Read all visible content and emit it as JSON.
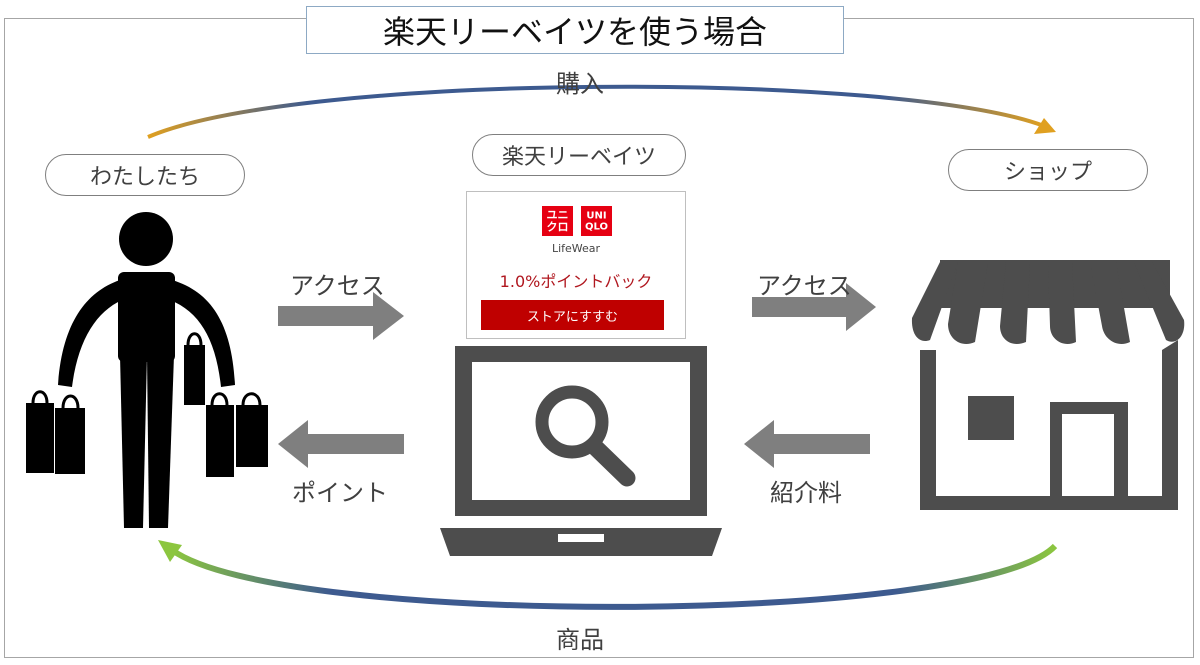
{
  "title": "楽天リーベイツを使う場合",
  "nodes": {
    "user": "わたしたち",
    "rebates": "楽天リーベイツ",
    "shop": "ショップ"
  },
  "flows": {
    "purchase": "購入",
    "goods": "商品",
    "access_left": "アクセス",
    "access_right": "アクセス",
    "points": "ポイント",
    "referral_fee": "紹介料"
  },
  "store_card": {
    "logo_left": "ユニ\nクロ",
    "logo_right": "UNI\nQLO",
    "tagline": "LifeWear",
    "pointback": "1.0%ポイントバック",
    "button": "ストアにすすむ"
  },
  "colors": {
    "icon_fill": "#000000",
    "device_gray": "#4d4d4d",
    "arrow_gray": "#7f7f7f",
    "brand_red": "#bf0000",
    "curve_blue": "#3d5a8f",
    "curve_gold": "#e0a020",
    "curve_green": "#8cc63f"
  },
  "icons": [
    "shopper-icon",
    "laptop-icon",
    "search-icon",
    "shop-icon"
  ]
}
